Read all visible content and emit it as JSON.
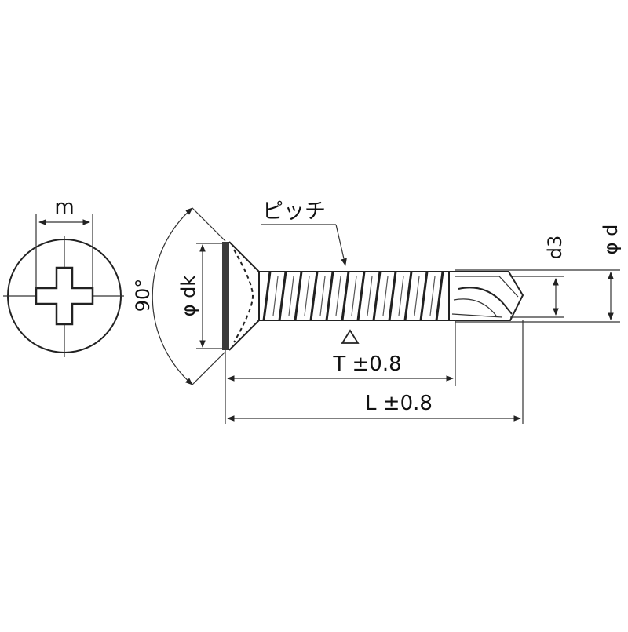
{
  "labels": {
    "m": "m",
    "angle": "90°",
    "phi_dk": "φ dk",
    "pitch": "ピッチ",
    "d3": "d3",
    "phi_d": "φ d",
    "t_length": "T ±0.8",
    "l_length": "L ±0.8"
  },
  "colors": {
    "line": "#222222",
    "head_band": "#3a3a3a",
    "background": "#ffffff"
  }
}
